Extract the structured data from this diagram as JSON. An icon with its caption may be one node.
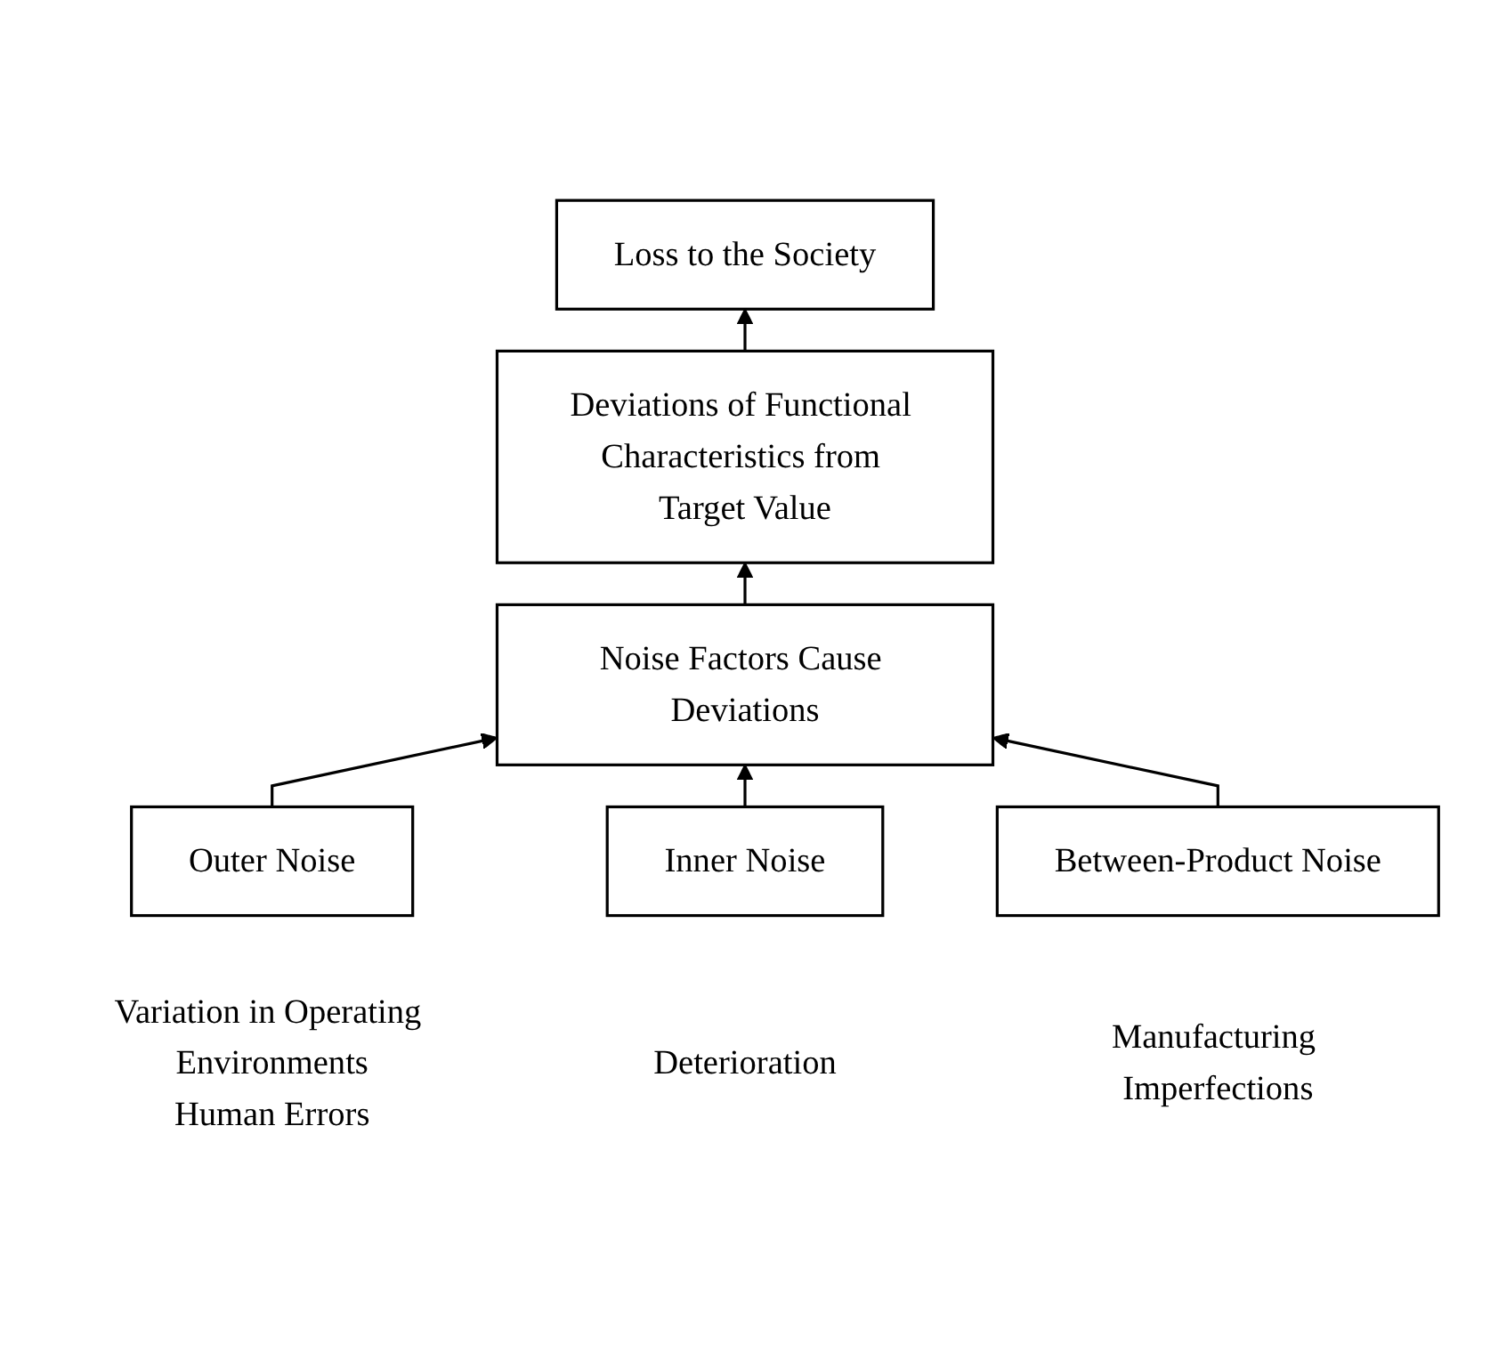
{
  "diagram": {
    "nodes": [
      {
        "text": [
          "Loss to the Society"
        ]
      },
      {
        "text": [
          "Deviations of Functional Characteristics from Target Value"
        ]
      },
      {
        "text": [
          "Noise Factors Cause Deviations"
        ]
      },
      {
        "text": [
          "Outer Noise"
        ],
        "beside": [
          "Variation in Operating Environments",
          "Human Errors"
        ]
      },
      {
        "text": [
          "Inner Noise"
        ],
        "beside": [
          "Deterioration"
        ]
      },
      {
        "text": [
          "Between-Product Noise"
        ],
        "beside": [
          "Manufacturing Imperfections"
        ]
      }
    ],
    "edges": [
      {
        "from": 1,
        "to": 0,
        "arrow": "to"
      },
      {
        "from": 2,
        "to": 1,
        "arrow": "to"
      },
      {
        "from": 3,
        "to": 2,
        "arrow": "to"
      },
      {
        "from": 4,
        "to": 2,
        "arrow": "to"
      },
      {
        "from": 5,
        "to": 2,
        "arrow": "to"
      }
    ]
  }
}
